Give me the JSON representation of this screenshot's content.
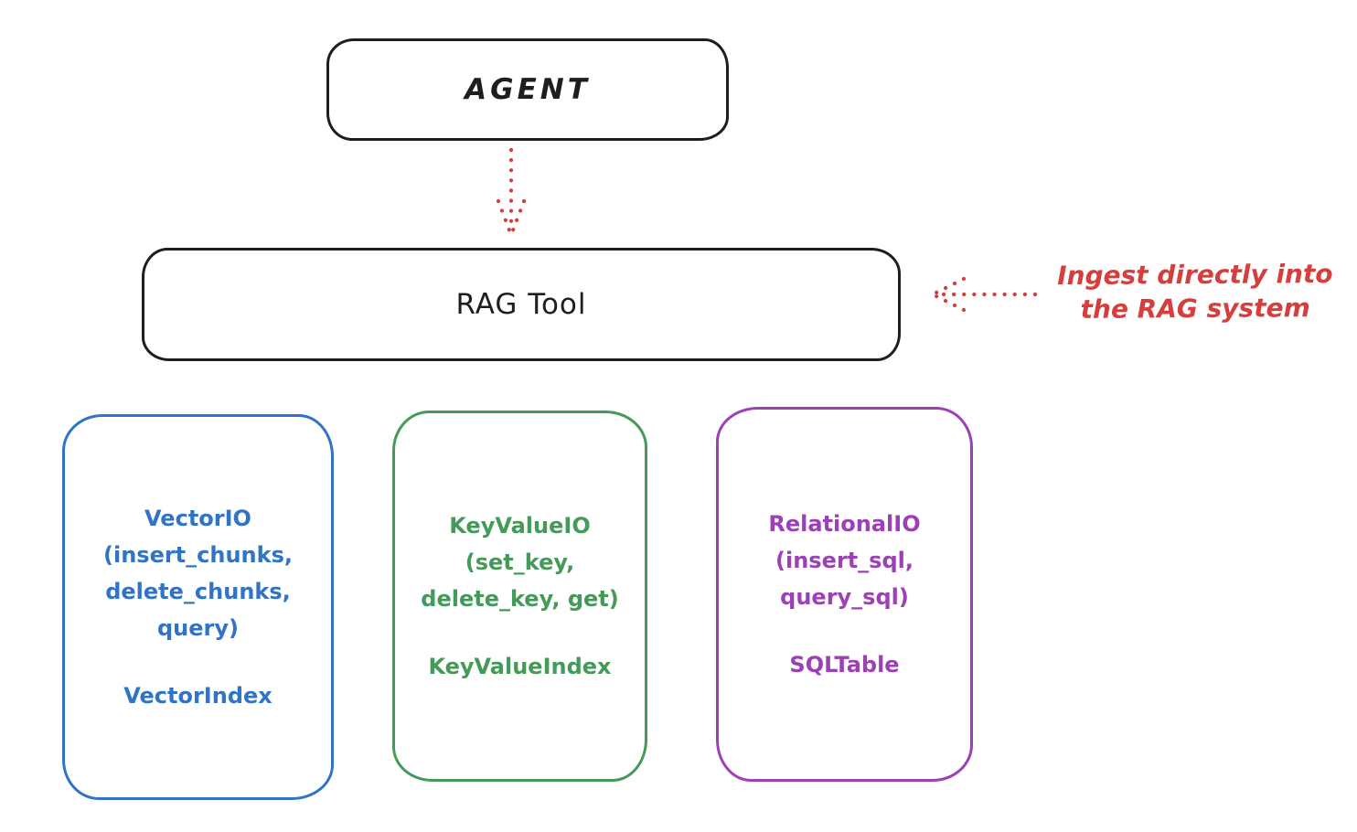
{
  "diagram": {
    "background": "#ffffff",
    "ink_color": "#1e1e1e",
    "accent_red": "#d63d3d",
    "nodes": {
      "agent": {
        "label": "AGENT",
        "stroke": "#1e1e1e"
      },
      "rag_tool": {
        "label": "RAG Tool",
        "stroke": "#1e1e1e"
      }
    },
    "edges": [
      {
        "from": "agent",
        "to": "rag_tool",
        "style": "dotted",
        "color": "#d63d3d",
        "direction": "down"
      },
      {
        "from": "annotation",
        "to": "rag_tool",
        "style": "dotted",
        "color": "#d63d3d",
        "direction": "left"
      }
    ],
    "annotation": {
      "line1": "Ingest directly into",
      "line2": "the RAG system",
      "color": "#d63d3d"
    },
    "cards": [
      {
        "id": "vector-io",
        "color": "#3173c4",
        "lines": [
          "VectorIO",
          "(insert_chunks,",
          "delete_chunks,",
          "query)"
        ],
        "footer": "VectorIndex"
      },
      {
        "id": "keyvalue-io",
        "color": "#449a58",
        "lines": [
          "KeyValueIO",
          "(set_key,",
          "delete_key, get)"
        ],
        "footer": "KeyValueIndex"
      },
      {
        "id": "relational-io",
        "color": "#9c40b5",
        "lines": [
          "RelationalIO",
          "(insert_sql,",
          "query_sql)"
        ],
        "footer": "SQLTable"
      }
    ]
  }
}
